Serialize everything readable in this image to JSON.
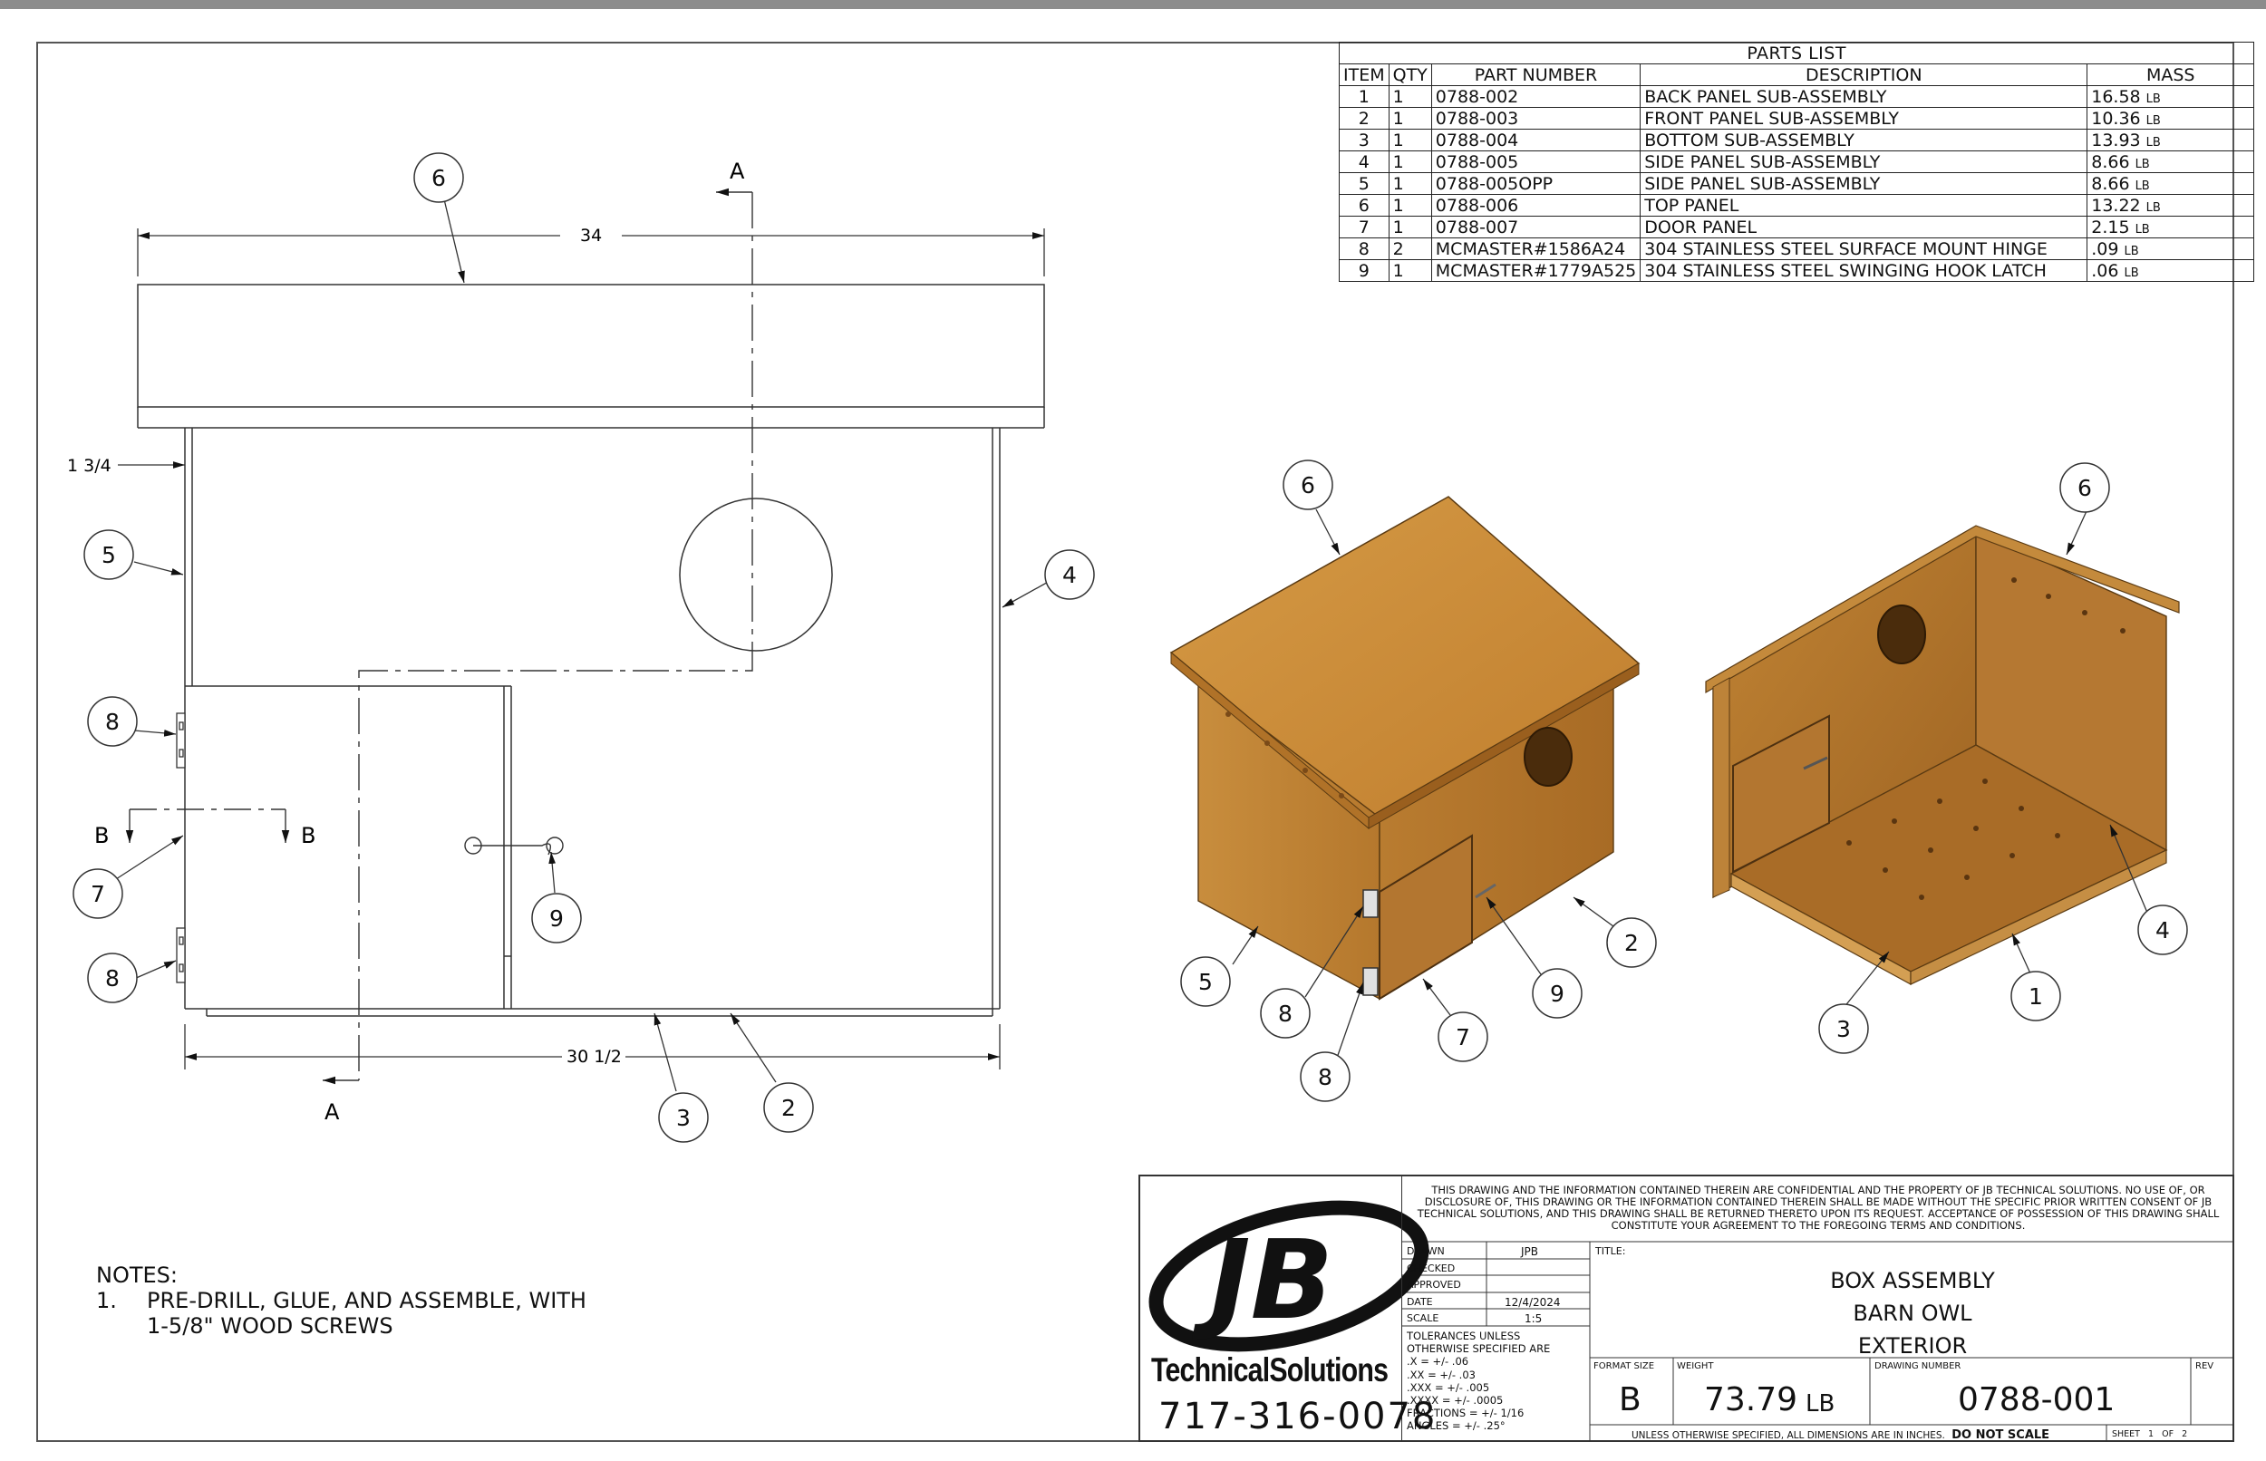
{
  "parts_list": {
    "title": "PARTS LIST",
    "headers": {
      "item": "ITEM",
      "qty": "QTY",
      "part_number": "PART NUMBER",
      "description": "DESCRIPTION",
      "mass": "MASS"
    },
    "rows": [
      {
        "item": "1",
        "qty": "1",
        "part_number": "0788-002",
        "description": "BACK PANEL SUB-ASSEMBLY",
        "mass": "16.58",
        "unit": "LB"
      },
      {
        "item": "2",
        "qty": "1",
        "part_number": "0788-003",
        "description": "FRONT PANEL SUB-ASSEMBLY",
        "mass": "10.36",
        "unit": "LB"
      },
      {
        "item": "3",
        "qty": "1",
        "part_number": "0788-004",
        "description": "BOTTOM SUB-ASSEMBLY",
        "mass": "13.93",
        "unit": "LB"
      },
      {
        "item": "4",
        "qty": "1",
        "part_number": "0788-005",
        "description": "SIDE PANEL SUB-ASSEMBLY",
        "mass": "8.66",
        "unit": "LB"
      },
      {
        "item": "5",
        "qty": "1",
        "part_number": "0788-005OPP",
        "description": "SIDE PANEL SUB-ASSEMBLY",
        "mass": "8.66",
        "unit": "LB"
      },
      {
        "item": "6",
        "qty": "1",
        "part_number": "0788-006",
        "description": "TOP PANEL",
        "mass": "13.22",
        "unit": "LB"
      },
      {
        "item": "7",
        "qty": "1",
        "part_number": "0788-007",
        "description": "DOOR PANEL",
        "mass": "2.15",
        "unit": "LB"
      },
      {
        "item": "8",
        "qty": "2",
        "part_number": "MCMASTER#1586A24",
        "description": "304 STAINLESS STEEL SURFACE MOUNT HINGE",
        "mass": ".09",
        "unit": "LB"
      },
      {
        "item": "9",
        "qty": "1",
        "part_number": "MCMASTER#1779A525",
        "description": "304 STAINLESS STEEL SWINGING HOOK LATCH",
        "mass": ".06",
        "unit": "LB"
      }
    ]
  },
  "front_view": {
    "dim_width_top": "34",
    "dim_side_offset": "1 3/4",
    "dim_width_bottom": "30 1/2",
    "section_a": "A",
    "section_b": "B",
    "balloons": [
      "6",
      "5",
      "4",
      "8",
      "7",
      "8",
      "9",
      "3",
      "2"
    ]
  },
  "iso_views": {
    "exterior_balloons": [
      "6",
      "5",
      "8",
      "8",
      "7",
      "9",
      "2"
    ],
    "interior_balloons": [
      "6",
      "4",
      "1",
      "3"
    ]
  },
  "notes": {
    "heading": "NOTES:",
    "items": [
      {
        "num": "1.",
        "text_line1": "PRE-DRILL, GLUE, AND ASSEMBLE, WITH",
        "text_line2": "1-5/8\" WOOD SCREWS"
      }
    ]
  },
  "title_block": {
    "confidential": "THIS DRAWING AND THE INFORMATION CONTAINED THEREIN ARE CONFIDENTIAL AND THE PROPERTY OF JB TECHNICAL SOLUTIONS. NO USE OF, OR DISCLOSURE OF, THIS DRAWING OR THE INFORMATION CONTAINED THEREIN SHALL BE MADE WITHOUT THE SPECIFIC PRIOR WRITTEN CONSENT OF JB TECHNICAL SOLUTIONS, AND THIS DRAWING SHALL BE RETURNED THERETO UPON ITS REQUEST. ACCEPTANCE OF POSSESSION OF THIS DRAWING SHALL CONSTITUTE YOUR AGREEMENT TO THE FOREGOING TERMS AND CONDITIONS.",
    "logo_text": "JB",
    "brand": "TechnicalSolutions",
    "phone": "717-316-0078",
    "drawn_label": "DRAWN",
    "drawn_value": "JPB",
    "checked_label": "CHECKED",
    "approved_label": "APPROVED",
    "date_label": "DATE",
    "date_value": "12/4/2024",
    "scale_label": "SCALE",
    "scale_value": "1:5",
    "tolerances": [
      "TOLERANCES UNLESS",
      "OTHERWISE SPECIFIED ARE",
      ".X = +/- .06",
      ".XX = +/- .03",
      ".XXX = +/- .005",
      ".XXXX = +/- .0005",
      "FRACTIONS = +/- 1/16",
      "ANGLES = +/- .25°"
    ],
    "title_label": "TITLE:",
    "title_lines": [
      "BOX ASSEMBLY",
      "BARN OWL",
      "EXTERIOR"
    ],
    "format_label": "FORMAT SIZE",
    "format_value": "B",
    "weight_label": "WEIGHT",
    "weight_value": "73.79",
    "weight_unit": "LB",
    "dwg_label": "DRAWING NUMBER",
    "dwg_value": "0788-001",
    "rev_label": "REV",
    "footer_note": "UNLESS OTHERWISE SPECIFIED, ALL DIMENSIONS ARE IN INCHES.",
    "footer_bold": "DO NOT SCALE",
    "sheet_label": "SHEET",
    "sheet_value": "1",
    "of_label": "OF",
    "of_value": "2"
  }
}
